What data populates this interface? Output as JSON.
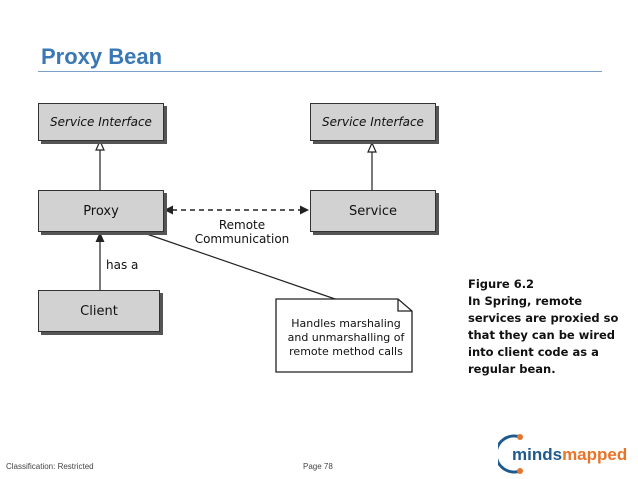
{
  "slide": {
    "title": "Proxy Bean"
  },
  "diagram": {
    "service_interface_left": "Service Interface",
    "service_interface_right": "Service Interface",
    "proxy": "Proxy",
    "service": "Service",
    "client": "Client",
    "has_a": "has a",
    "remote_line1": "Remote",
    "remote_line2": "Communication",
    "note_lines": [
      "Handles marshaling",
      "and unmarshalling of",
      "remote method calls"
    ]
  },
  "caption": {
    "lines": [
      "Figure 6.2",
      "In Spring, remote",
      "services are proxied so",
      "that they can be wired",
      "into client code as a",
      "regular bean."
    ]
  },
  "footer": {
    "classification": "Classification: Restricted",
    "page": "Page 78"
  },
  "logo": {
    "text": "mindsmapped",
    "part1": "minds",
    "part2": "mapped",
    "accent_color": "#e8742a",
    "primary_color": "#1f5a8c"
  }
}
